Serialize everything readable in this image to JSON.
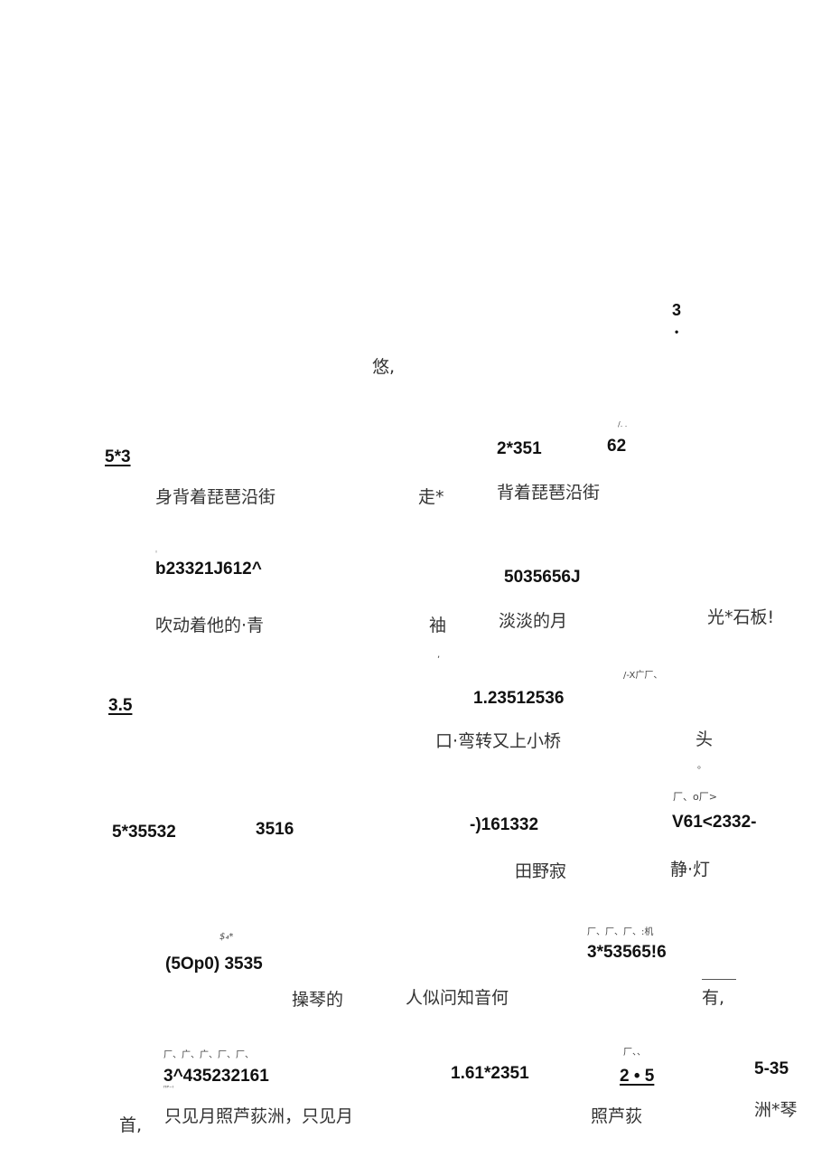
{
  "score": {
    "top_mark": "3",
    "top_dot": "•",
    "word_you": "悠,",
    "row1": {
      "mark": "/. .",
      "n_a": "5*3",
      "n_b": "2*351",
      "n_c": "62",
      "lyric_a": "身背着琵琶沿街",
      "lyric_b": "走*",
      "lyric_c": "背着琵琶沿街"
    },
    "row2": {
      "mark": "◦",
      "n_a": "b23321J612^",
      "n_b": "5035656J",
      "lyric_a": "吹动着他的·青",
      "lyric_b": "袖",
      "comma": ",",
      "lyric_c": "淡淡的月",
      "lyric_d": "光*石板!"
    },
    "row3": {
      "mark": "/-X广厂、",
      "n_a": "3.5",
      "n_b": "1.23512536",
      "lyric_a": "口·弯转又上小桥",
      "lyric_b": "头",
      "period": "。"
    },
    "row4": {
      "mark": "厂、o厂>",
      "n_a": "5*35532",
      "n_b": "3516",
      "n_c": "-)161332",
      "n_d": "V61<2332-",
      "lyric_a": "田野寂",
      "lyric_b": "静·灯"
    },
    "row5": {
      "mark_a": "$₄*",
      "mark_b": "厂、厂、厂、:机",
      "n_a": "(5Op0) 3535",
      "n_b": "3*53565!6",
      "lyric_a": "操琴的",
      "lyric_b": "人似问知音何",
      "lyric_c": "有,"
    },
    "row6": {
      "mark_a": "厂、广、广、厂、厂、",
      "mark_b": "ᴴᴾ⁻ᴵ",
      "mark_c": "厂、、",
      "n_a": "3^435232161",
      "n_b": "1.61*2351",
      "n_c": "2 • 5",
      "n_d": "5-35",
      "lyric_a": "首,",
      "lyric_b": "只见月照芦荻洲，只见月",
      "lyric_c": "照芦荻",
      "lyric_d": "洲*琴"
    }
  }
}
